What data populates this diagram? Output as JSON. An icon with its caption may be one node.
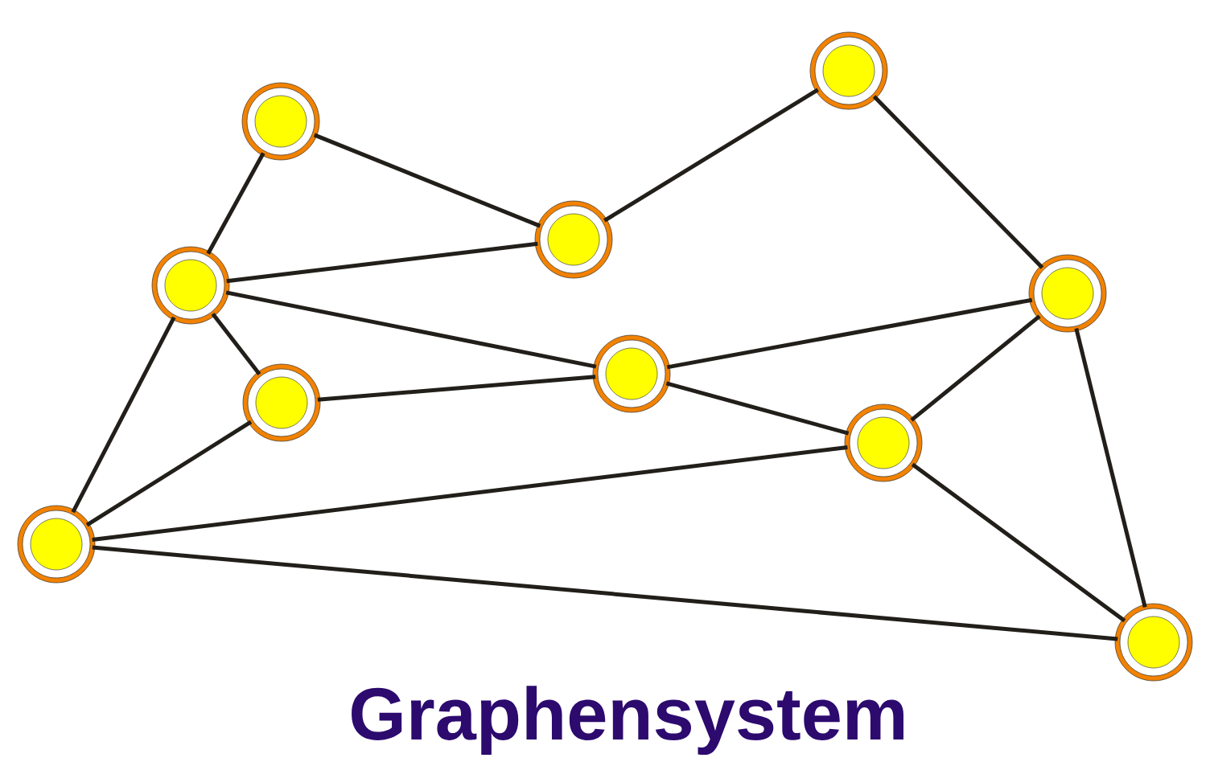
{
  "diagram": {
    "title": "Graphensystem",
    "nodes": [
      {
        "text": [],
        "shape": "circle"
      },
      {
        "text": [],
        "shape": "circle"
      },
      {
        "text": [],
        "shape": "circle"
      },
      {
        "text": [],
        "shape": "circle"
      },
      {
        "text": [],
        "shape": "circle"
      },
      {
        "text": [],
        "shape": "circle"
      },
      {
        "text": [],
        "shape": "circle"
      },
      {
        "text": [],
        "shape": "circle"
      },
      {
        "text": [],
        "shape": "circle"
      },
      {
        "text": [],
        "shape": "circle"
      }
    ],
    "edges": [
      {
        "from": 1,
        "to": 2,
        "arrow": "none"
      },
      {
        "from": 2,
        "to": 0,
        "arrow": "none"
      },
      {
        "from": 0,
        "to": 4,
        "arrow": "none"
      },
      {
        "from": 1,
        "to": 3,
        "arrow": "none"
      },
      {
        "from": 3,
        "to": 2,
        "arrow": "none"
      },
      {
        "from": 3,
        "to": 5,
        "arrow": "none"
      },
      {
        "from": 3,
        "to": 6,
        "arrow": "none"
      },
      {
        "from": 3,
        "to": 8,
        "arrow": "none"
      },
      {
        "from": 6,
        "to": 5,
        "arrow": "none"
      },
      {
        "from": 6,
        "to": 8,
        "arrow": "none"
      },
      {
        "from": 5,
        "to": 4,
        "arrow": "none"
      },
      {
        "from": 5,
        "to": 7,
        "arrow": "none"
      },
      {
        "from": 7,
        "to": 4,
        "arrow": "none"
      },
      {
        "from": 7,
        "to": 9,
        "arrow": "none"
      },
      {
        "from": 4,
        "to": 9,
        "arrow": "none"
      },
      {
        "from": 8,
        "to": 7,
        "arrow": "none"
      },
      {
        "from": 8,
        "to": 9,
        "arrow": "none"
      }
    ]
  }
}
